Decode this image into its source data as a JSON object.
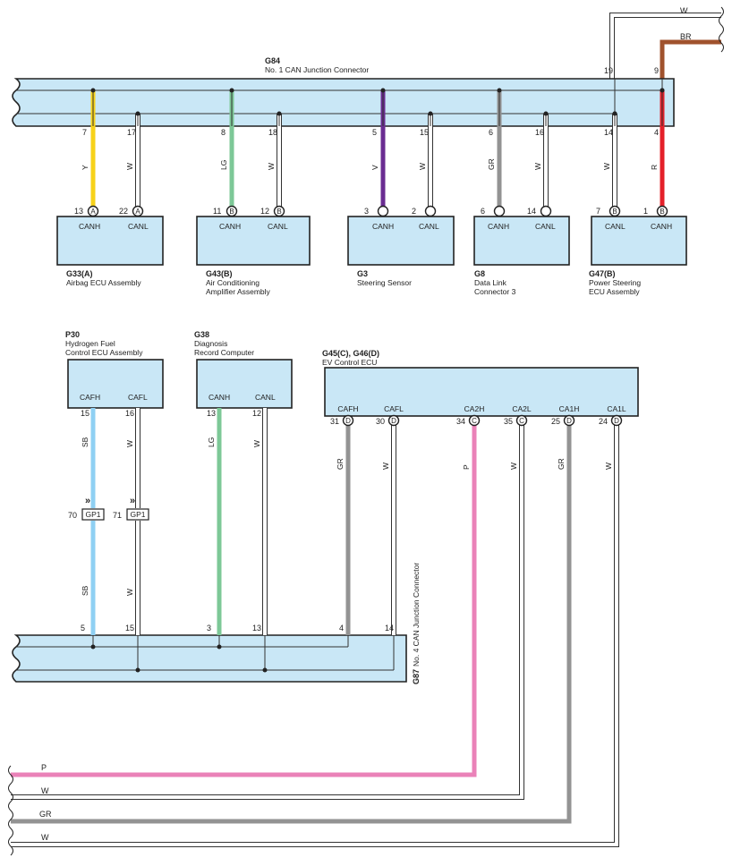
{
  "colors": {
    "Y": "#f7d21a",
    "W": "#ffffff",
    "LG": "#7dc897",
    "V": "#6a2c91",
    "GR": "#939393",
    "R": "#e4202a",
    "BR": "#a0522d",
    "SB": "#8fd0f3",
    "P": "#ea82b8",
    "box_fill": "#c9e7f6"
  },
  "g84": {
    "id": "G84",
    "name": "No.   1 CAN Junction Connector"
  },
  "g87": {
    "id": "G87",
    "name": "No.  4 CAN Junction Connector"
  },
  "g84_pins": [
    "7",
    "17",
    "8",
    "18",
    "5",
    "15",
    "6",
    "16",
    "14",
    "4",
    "19",
    "9"
  ],
  "top_wire_codes": [
    "W",
    "BR"
  ],
  "top_branch_codes": [
    "Y",
    "W",
    "LG",
    "W",
    "V",
    "W",
    "GR",
    "W",
    "W",
    "R"
  ],
  "top_ecus": [
    {
      "id": "G33(A)",
      "name": [
        "Airbag ECU Assembly"
      ],
      "pins": [
        {
          "num": "13",
          "conn": "A",
          "label": "CANH"
        },
        {
          "num": "22",
          "conn": "A",
          "label": "CANL"
        }
      ]
    },
    {
      "id": "G43(B)",
      "name": [
        "Air Conditioning",
        "Amplifier Assembly"
      ],
      "pins": [
        {
          "num": "11",
          "conn": "B",
          "label": "CANH"
        },
        {
          "num": "12",
          "conn": "B",
          "label": "CANL"
        }
      ]
    },
    {
      "id": "G3",
      "name": [
        "Steering Sensor"
      ],
      "pins": [
        {
          "num": "3",
          "conn": "",
          "label": "CANH"
        },
        {
          "num": "2",
          "conn": "",
          "label": "CANL"
        }
      ]
    },
    {
      "id": "G8",
      "name": [
        "Data Link",
        "Connector 3"
      ],
      "pins": [
        {
          "num": "6",
          "conn": "",
          "label": "CANH"
        },
        {
          "num": "14",
          "conn": "",
          "label": "CANL"
        }
      ]
    },
    {
      "id": "G47(B)",
      "name": [
        "Power Steering",
        "ECU Assembly"
      ],
      "pins": [
        {
          "num": "7",
          "conn": "B",
          "label": "CANL"
        },
        {
          "num": "1",
          "conn": "B",
          "label": "CANH"
        }
      ]
    }
  ],
  "p30": {
    "id": "P30",
    "name": [
      "Hydrogen Fuel",
      "Control ECU Assembly"
    ],
    "pins": [
      {
        "num": "15",
        "label": "CAFH",
        "code": "SB"
      },
      {
        "num": "16",
        "label": "CAFL",
        "code": "W"
      }
    ]
  },
  "gp1": {
    "label": "GP1",
    "pins": [
      "70",
      "71"
    ],
    "codes": [
      "SB",
      "W"
    ]
  },
  "g38": {
    "id": "G38",
    "name": [
      "Diagnosis",
      "Record Computer"
    ],
    "pins": [
      {
        "num": "13",
        "label": "CANH",
        "code": "LG"
      },
      {
        "num": "12",
        "label": "CANL",
        "code": "W"
      }
    ]
  },
  "ev": {
    "id": "G45(C), G46(D)",
    "name": "EV Control ECU",
    "pins": [
      {
        "num": "31",
        "conn": "D",
        "label": "CAFH",
        "code": "GR"
      },
      {
        "num": "30",
        "conn": "D",
        "label": "CAFL",
        "code": "W"
      },
      {
        "num": "34",
        "conn": "C",
        "label": "CA2H",
        "code": "P"
      },
      {
        "num": "35",
        "conn": "C",
        "label": "CA2L",
        "code": "W"
      },
      {
        "num": "25",
        "conn": "D",
        "label": "CA1H",
        "code": "GR"
      },
      {
        "num": "24",
        "conn": "D",
        "label": "CA1L",
        "code": "W"
      }
    ]
  },
  "g87_pins": [
    "5",
    "15",
    "3",
    "13",
    "4",
    "14"
  ],
  "bottom_wire_codes": [
    "P",
    "W",
    "GR",
    "W"
  ]
}
